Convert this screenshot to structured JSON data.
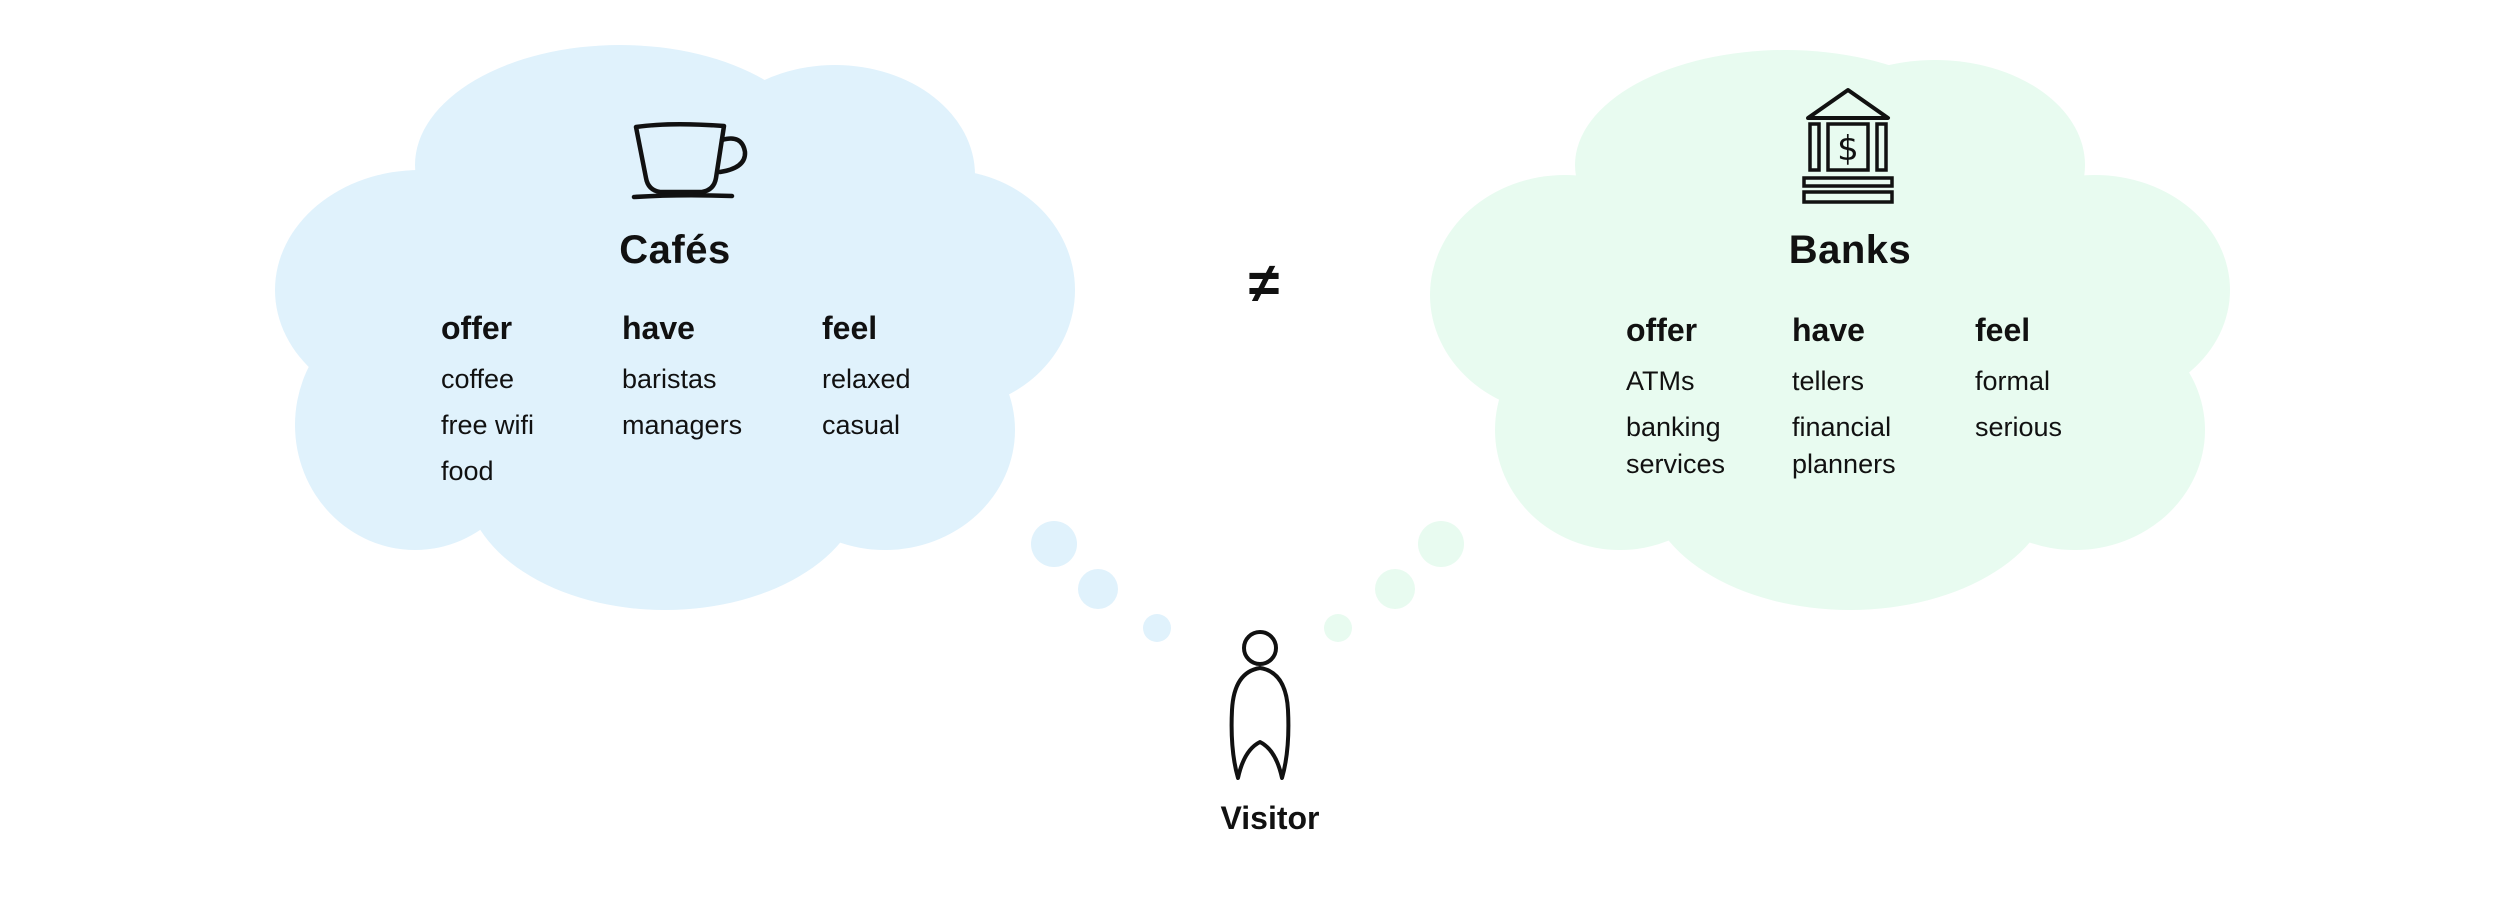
{
  "diagram": {
    "not_equal_symbol": "≠",
    "colors": {
      "cafes_cloud": "#e0f2fc",
      "banks_cloud": "#e8fbf0",
      "ink": "#111111"
    },
    "cafes": {
      "title": "Cafés",
      "icon": "coffee-cup-icon",
      "columns": [
        {
          "heading": "offer",
          "items": [
            "coffee",
            "free wifi",
            "food"
          ]
        },
        {
          "heading": "have",
          "items": [
            "baristas",
            "managers"
          ]
        },
        {
          "heading": "feel",
          "items": [
            "relaxed",
            "casual"
          ]
        }
      ]
    },
    "banks": {
      "title": "Banks",
      "icon": "bank-building-icon",
      "columns": [
        {
          "heading": "offer",
          "items": [
            "ATMs",
            "banking services"
          ]
        },
        {
          "heading": "have",
          "items": [
            "tellers",
            "financial planners"
          ]
        },
        {
          "heading": "feel",
          "items": [
            "formal",
            "serious"
          ]
        }
      ]
    },
    "visitor": {
      "label": "Visitor",
      "icon": "person-icon"
    }
  }
}
